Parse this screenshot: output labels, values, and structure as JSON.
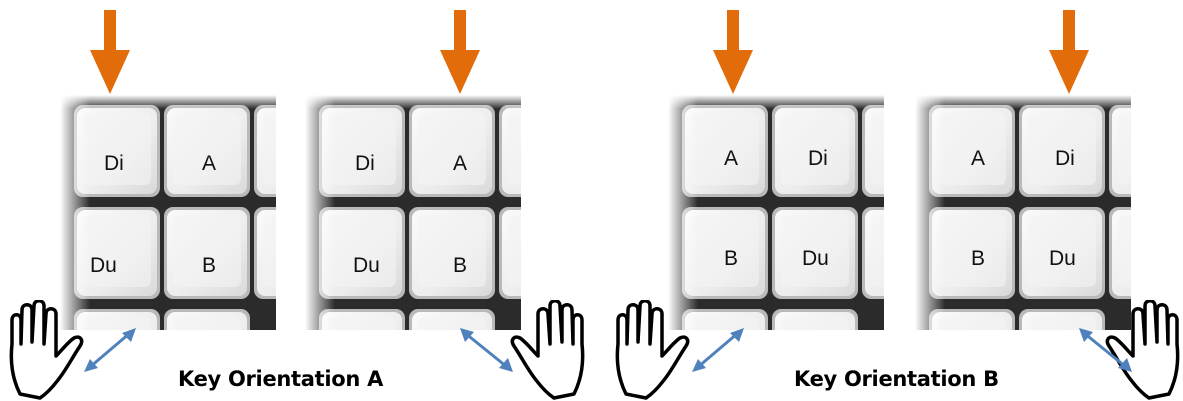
{
  "colors": {
    "arrow": "#e36c0a",
    "double_arrow": "#4f81bd",
    "key_face": "#eeeeee",
    "key_gap": "#2b2b2b"
  },
  "orientation_a": {
    "caption": "Key Orientation A",
    "panels": [
      {
        "keys": {
          "top_left": "Di",
          "top_right": "A",
          "bottom_left": "Du",
          "bottom_right": "B"
        },
        "pointer": "down-arrow",
        "hand": "left"
      },
      {
        "keys": {
          "top_left": "Di",
          "top_right": "A",
          "bottom_left": "Du",
          "bottom_right": "B"
        },
        "pointer": "down-arrow",
        "hand": "right"
      }
    ]
  },
  "orientation_b": {
    "caption": "Key Orientation B",
    "panels": [
      {
        "keys": {
          "top_left": "A",
          "top_right": "Di",
          "bottom_left": "B",
          "bottom_right": "Du"
        },
        "pointer": "down-arrow",
        "hand": "left"
      },
      {
        "keys": {
          "top_left": "A",
          "top_right": "Di",
          "bottom_left": "B",
          "bottom_right": "Du"
        },
        "pointer": "down-arrow",
        "hand": "right"
      }
    ]
  },
  "icons": [
    "down-arrow-icon",
    "hand-icon",
    "double-arrow-icon"
  ]
}
